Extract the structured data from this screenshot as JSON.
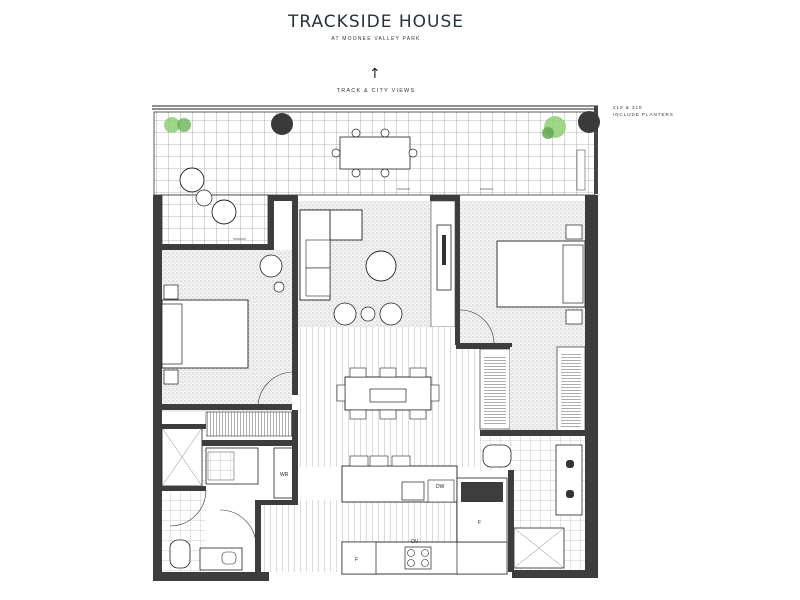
{
  "header": {
    "title": "TRACKSIDE HOUSE",
    "subtitle": "AT MOONEE VALLEY PARK",
    "arrow": "↑",
    "views_label": "TRACK & CITY VIEWS"
  },
  "note": {
    "line1": "210 & 310",
    "line2": "INCLUDE PLANTERS"
  },
  "plan_labels": {
    "wardrobe": "WR",
    "dishwasher": "DW",
    "fridge": "F",
    "oven": "OV"
  },
  "colors": {
    "wall": "#3d3d3d",
    "floor_line": "#555555",
    "carpet": "#ececec",
    "plant": "#8fcf72"
  }
}
